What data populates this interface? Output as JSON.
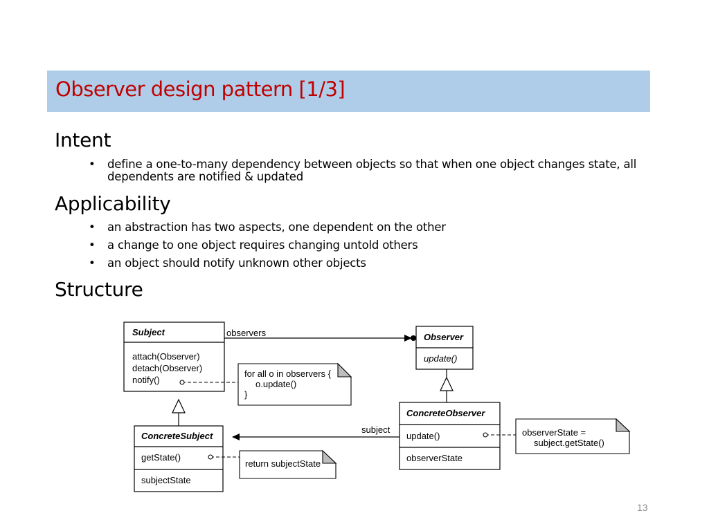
{
  "title": "Observer design pattern [1/3]",
  "sections": {
    "intent": {
      "heading": "Intent",
      "bullets": [
        "define a one-to-many dependency between objects so that when one object changes state, all dependents are notified & updated"
      ]
    },
    "applicability": {
      "heading": "Applicability",
      "bullets": [
        "an abstraction has two aspects, one dependent on the other",
        "a change to one object requires changing untold others",
        "an object should notify unknown other objects"
      ]
    },
    "structure": {
      "heading": "Structure"
    }
  },
  "diagram": {
    "subject": {
      "name": "Subject",
      "methods": [
        "attach(Observer)",
        "detach(Observer)",
        "notify()"
      ]
    },
    "observer": {
      "name": "Observer",
      "methods": [
        "update()"
      ]
    },
    "concrete_subject": {
      "name": "ConcreteSubject",
      "methods": [
        "getState()"
      ],
      "attributes": [
        "subjectState"
      ]
    },
    "concrete_observer": {
      "name": "ConcreteObserver",
      "methods": [
        "update()"
      ],
      "attributes": [
        "observerState"
      ]
    },
    "associations": {
      "observers": "observers",
      "subject": "subject"
    },
    "notes": {
      "notify": [
        "for all o in observers {",
        "o.update()",
        "}"
      ],
      "get_state": [
        "return subjectState"
      ],
      "update": [
        "observerState =",
        "subject.getState()"
      ]
    }
  },
  "page_number": "13"
}
